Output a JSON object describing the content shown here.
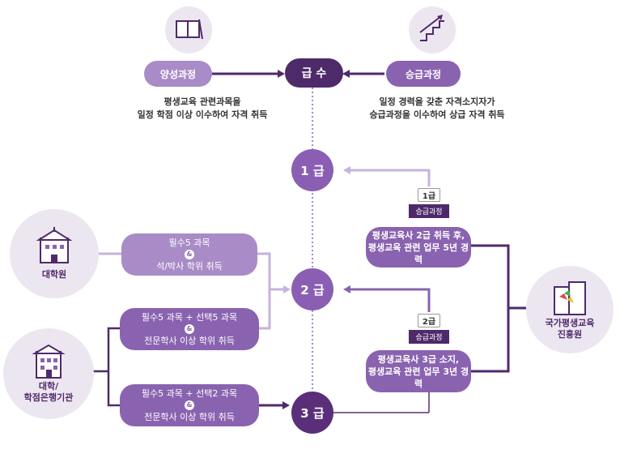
{
  "top": {
    "training_label": "양성과정",
    "grade_label": "급 수",
    "promotion_label": "승급과정",
    "training_desc_1": "평생교육 관련과목을",
    "training_desc_2": "일정 학점 이상 이수하여 자격 취득",
    "promotion_desc_1": "일정 경력을 갖춘 자격소지자가",
    "promotion_desc_2": "승급과정을 이수하여 상급 자격 취득"
  },
  "grades": {
    "g1": "1 급",
    "g2": "2 급",
    "g3": "3 급"
  },
  "orgs": {
    "grad_school": "대학원",
    "univ_line1": "대학/",
    "univ_line2": "학점은행기관",
    "nile_line1": "국가평생교육",
    "nile_line2": "진흥원"
  },
  "courses": {
    "c1_line1": "필수5 과목",
    "c1_line2": "석/박사 학위 취득",
    "c2_line1": "필수5 과목 + 선택5 과목",
    "c2_line2": "전문학사 이상 학위 취득",
    "c3_line1": "필수5 과목 + 선택2 과목",
    "c3_line2": "전문학사 이상 학위 취득",
    "amp": "&"
  },
  "promotions": {
    "p1_tag": "1급",
    "p1_band": "승급과정",
    "p1_line1": "평생교육사 2급 취득 후,",
    "p1_line2": "평생교육 관련 업무 5년 경력",
    "p2_tag": "2급",
    "p2_band": "승급과정",
    "p2_line1": "평생교육사 3급 소지,",
    "p2_line2": "평생교육 관련 업무 3년 경력"
  },
  "colors": {
    "light": "#a98bc7",
    "mid": "#8a63b0",
    "dark": "#4f2a6b",
    "bg_circle": "#ece6f1"
  }
}
